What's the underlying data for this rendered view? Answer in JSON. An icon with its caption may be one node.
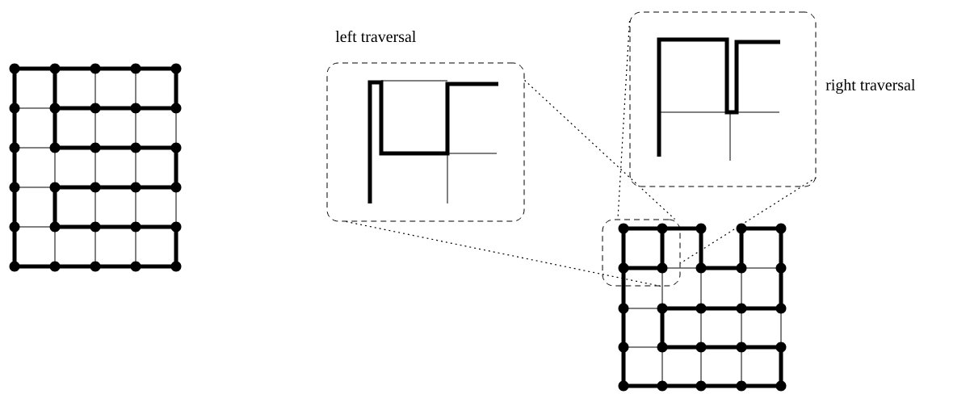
{
  "diagram": {
    "nodes": [
      {
        "text": [
          "left traversal"
        ]
      },
      {
        "text": [
          "right traversal"
        ]
      },
      {
        "text": [],
        "shape": "box"
      }
    ],
    "edges": [
      {
        "from": 0,
        "to": 2,
        "arrow": "none",
        "style": "dashed"
      },
      {
        "from": 0,
        "to": 2,
        "arrow": "none",
        "style": "dashed"
      },
      {
        "from": 1,
        "to": 2,
        "arrow": "none",
        "style": "dashed"
      },
      {
        "from": 1,
        "to": 2,
        "arrow": "none",
        "style": "dashed"
      }
    ]
  }
}
